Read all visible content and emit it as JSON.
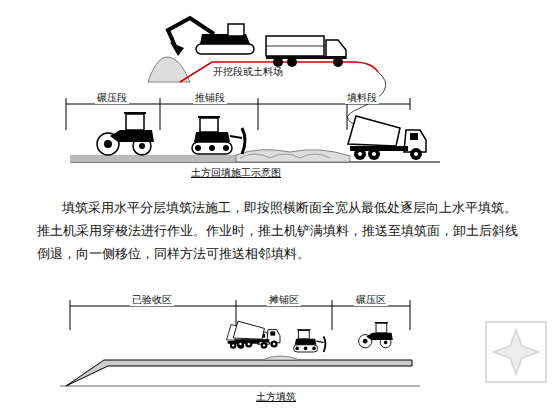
{
  "diagram": {
    "labels": [
      "开挖段或土料场",
      "碾压段",
      "推铺段",
      "填料段",
      "土方回填施工示意图",
      "填筑采用水平分层填筑法施工，即按照横断面全宽从最低处逐层向上水平填筑。推土机采用穿梭法进行作业。作业时，推土机铲满填料，推送至填筑面，卸土后斜线倒退，向一侧移位，同样方法可推送相邻填料。",
      "已验收区",
      "摊铺区",
      "碾压区",
      "土方填筑"
    ]
  }
}
